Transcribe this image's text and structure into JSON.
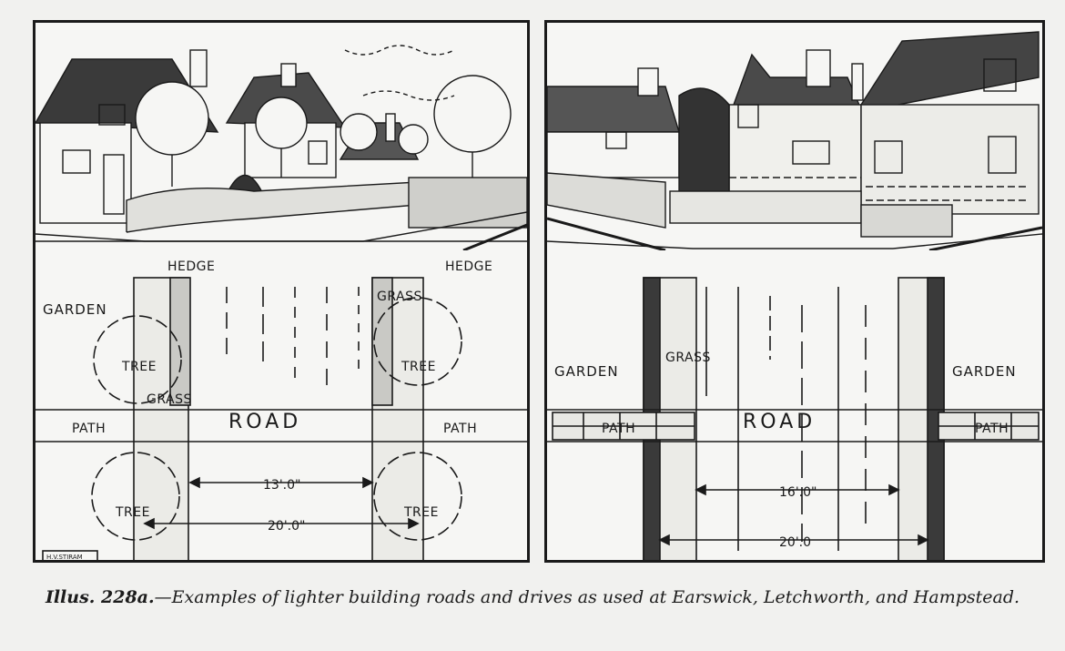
{
  "left_panel": {
    "labels": {
      "hedge_left": "HEDGE",
      "hedge_right": "HEDGE",
      "garden": "GARDEN",
      "grass_top": "GRASS",
      "grass_left": "GRASS",
      "tree_1": "TREE",
      "tree_2": "TREE",
      "tree_3": "TREE",
      "tree_4": "TREE",
      "road": "ROAD",
      "path_left": "PATH",
      "path_right": "PATH",
      "dim_road": "13'.0\"",
      "dim_total": "20'.0\"",
      "signature": "H.V.STIRAM"
    }
  },
  "right_panel": {
    "labels": {
      "garden_left": "GARDEN",
      "garden_right": "GARDEN",
      "grass": "GRASS",
      "road": "ROAD",
      "path_left": "PATH",
      "path_right": "PATH",
      "dim_road": "16'.0\"",
      "dim_total": "20'.0"
    }
  },
  "caption": {
    "lead": "Illus. 228a.",
    "text": "—Examples of lighter building roads and drives as used at Earswick, Letchworth, and Hampstead."
  }
}
